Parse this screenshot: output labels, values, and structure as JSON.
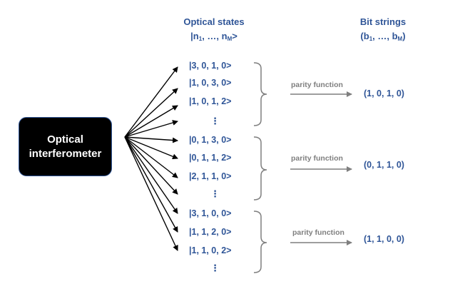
{
  "headers": {
    "optical_states_title": "Optical states",
    "optical_states_sub_open": "|n",
    "optical_states_sub_1": "1",
    "optical_states_sub_mid": ", …, n",
    "optical_states_sub_M": "M",
    "optical_states_sub_close": ">",
    "bit_strings_title": "Bit strings",
    "bit_strings_sub_open": "(b",
    "bit_strings_sub_1": "1",
    "bit_strings_sub_mid": ", …, b",
    "bit_strings_sub_M": "M",
    "bit_strings_sub_close": ")"
  },
  "interferometer": {
    "line1": "Optical",
    "line2": "interferometer"
  },
  "groups": [
    {
      "states": [
        "|3, 0, 1, 0>",
        "|1, 0, 3, 0>",
        "|1, 0, 1, 2>"
      ],
      "ellipsis": "⋮",
      "function_label": "parity function",
      "bit_string": "(1, 0, 1, 0)"
    },
    {
      "states": [
        "|0, 1, 3, 0>",
        "|0, 1, 1, 2>",
        "|2, 1, 1, 0>"
      ],
      "ellipsis": "⋮",
      "function_label": "parity function",
      "bit_string": "(0, 1, 1, 0)"
    },
    {
      "states": [
        "|3, 1, 0, 0>",
        "|1, 1, 2, 0>",
        "|1, 1, 0, 2>"
      ],
      "ellipsis": "⋮",
      "function_label": "parity function",
      "bit_string": "(1, 1, 0, 0)"
    }
  ],
  "colors": {
    "text_blue": "#2f5597",
    "arrow_black": "#000000",
    "function_gray": "#7f7f7f",
    "box_fill": "#000000"
  }
}
